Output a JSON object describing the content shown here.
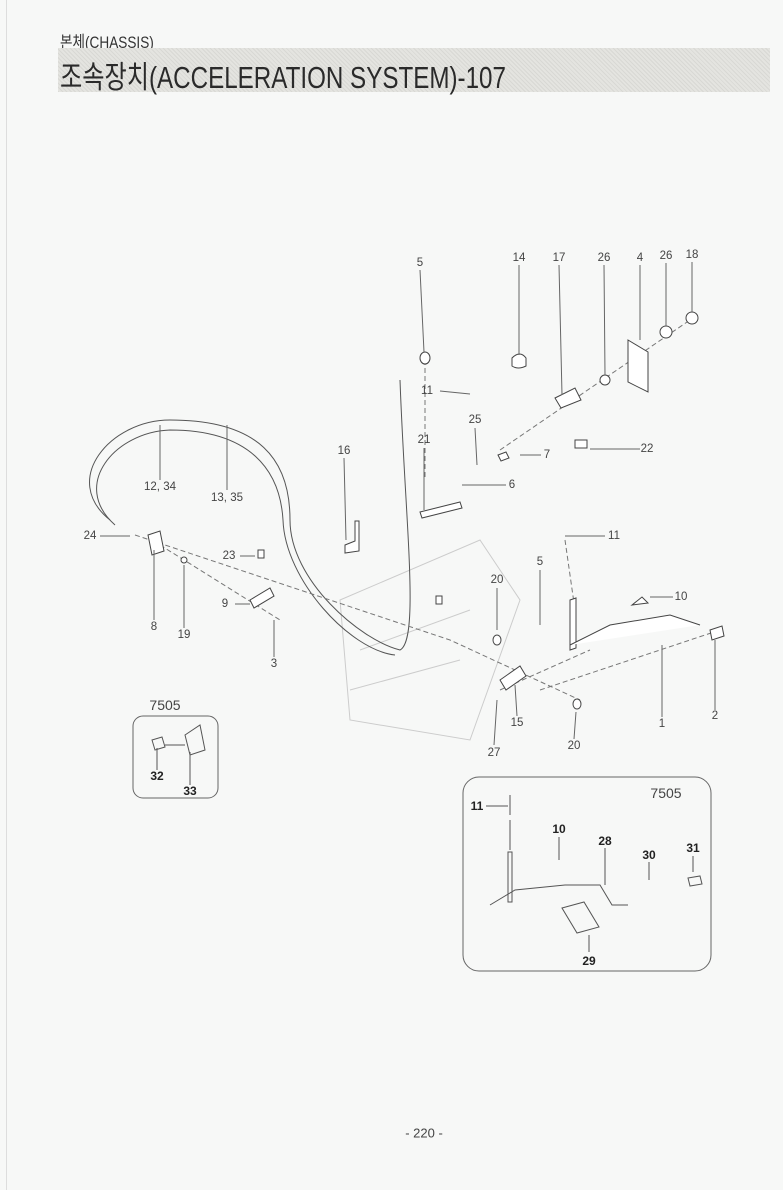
{
  "header": {
    "section": "본체(CHASSIS)",
    "title": "조속장치(ACCELERATION SYSTEM)-107"
  },
  "callouts": {
    "main": [
      "5",
      "14",
      "17",
      "26",
      "4",
      "26",
      "18",
      "11",
      "25",
      "21",
      "7",
      "22",
      "16",
      "6",
      "12, 34",
      "13, 35",
      "24",
      "23",
      "8",
      "19",
      "9",
      "3",
      "11",
      "20",
      "5",
      "10",
      "1",
      "2",
      "15",
      "27",
      "20"
    ],
    "inset_left": {
      "label": "7505",
      "parts": [
        "32",
        "33"
      ]
    },
    "inset_right": {
      "label": "7505",
      "parts": [
        "11",
        "10",
        "28",
        "30",
        "31",
        "29"
      ]
    }
  },
  "footer": {
    "page": "- 220 -"
  }
}
